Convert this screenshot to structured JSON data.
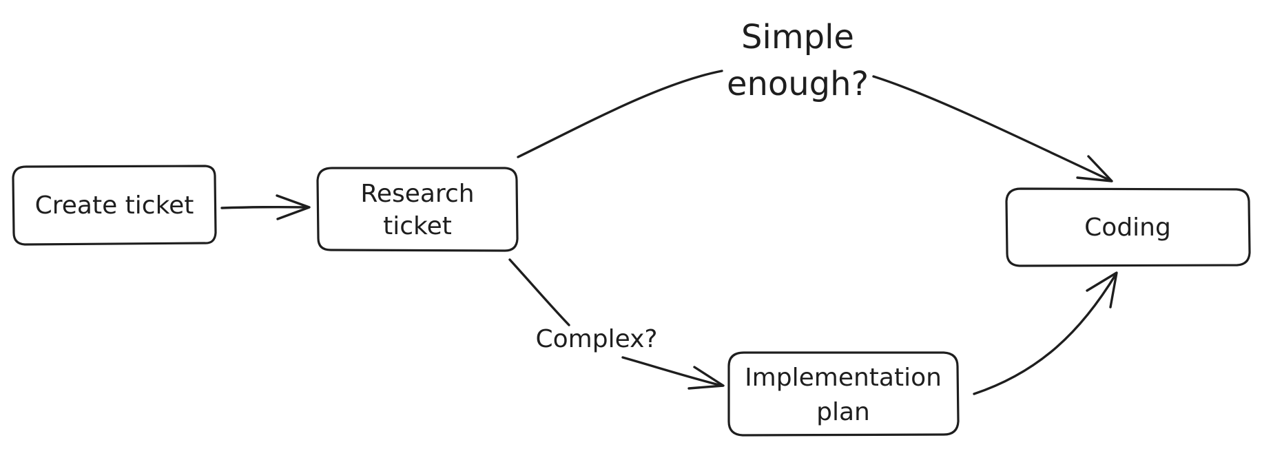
{
  "diagram": {
    "nodes": {
      "create_ticket": {
        "line1": "Create ticket"
      },
      "research_ticket": {
        "line1": "Research",
        "line2": "ticket"
      },
      "coding": {
        "line1": "Coding"
      },
      "implementation_plan": {
        "line1": "Implementation",
        "line2": "plan"
      }
    },
    "edges": {
      "simple": {
        "line1": "Simple",
        "line2": "enough?"
      },
      "complex": {
        "line1": "Complex?"
      }
    },
    "colors": {
      "stroke": "#1e1e1e",
      "background": "#ffffff"
    }
  }
}
